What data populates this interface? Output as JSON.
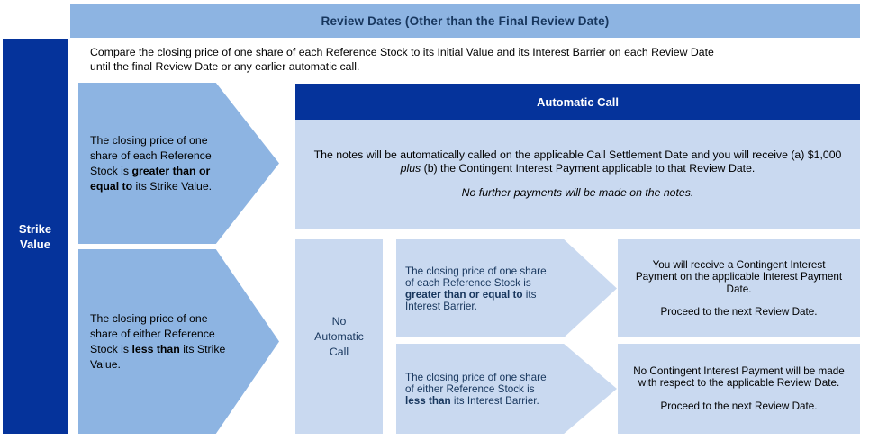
{
  "palette": {
    "dark_blue": "#05339B",
    "medium_blue": "#8DB4E2",
    "pale_blue": "#C9D9F0",
    "navy_text": "#17365D",
    "body_text": "#000000"
  },
  "header": {
    "title": "Review Dates (Other than the Final Review Date)"
  },
  "intro": {
    "line1": "Compare the closing price of one share of each Reference Stock to its Initial Value and its Interest Barrier on each Review Date",
    "line2": "until the final Review Date or any earlier automatic call."
  },
  "sidebar": {
    "label": "Strike Value"
  },
  "strike_arrows": {
    "above": {
      "pre": "The closing price of one share of each Reference Stock is ",
      "bold": "greater than or equal to",
      "post": " its Strike Value."
    },
    "below": {
      "pre": "The closing price of one share of either Reference Stock is ",
      "bold": "less than",
      "post": " its Strike Value."
    }
  },
  "automatic_call": {
    "title": "Automatic Call",
    "body_pre": "The notes will be automatically called on the applicable Call Settlement Date and you will receive (a) $1,000 ",
    "body_italic": "plus",
    "body_post": " (b) the Contingent Interest Payment applicable to that Review Date.",
    "note": "No further payments will be made on the notes."
  },
  "no_automatic_call": {
    "label": "No Automatic Call"
  },
  "interest_arrows": {
    "above": {
      "pre": "The closing price of one share of each Reference Stock is ",
      "bold": "greater than or equal to",
      "post": " its Interest Barrier."
    },
    "below": {
      "pre": "The closing price of one share of either Reference Stock is ",
      "bold": "less than",
      "post": " its Interest Barrier."
    }
  },
  "outcomes": {
    "interest_paid": {
      "text": "You will receive a Contingent Interest Payment on the applicable Interest Payment Date.",
      "next": "Proceed to the next Review Date."
    },
    "no_interest": {
      "text": "No Contingent Interest Payment will be made with respect to the applicable Review Date.",
      "next": "Proceed to the next Review Date."
    }
  }
}
